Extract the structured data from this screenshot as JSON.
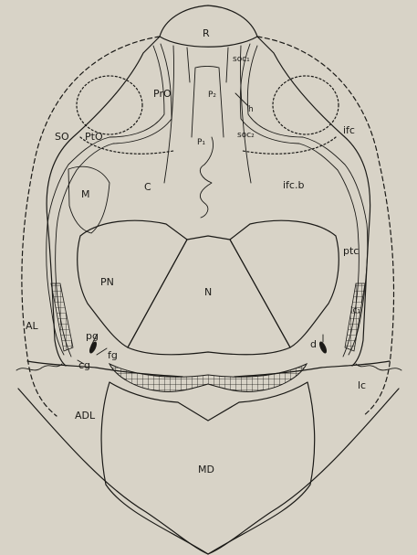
{
  "labels": {
    "R": "R",
    "soc1": "soc₁",
    "soc2": "soc₂",
    "PrO": "PrO",
    "P2": "P₂",
    "P1": "P₁",
    "h": "h",
    "SO": "SO",
    "PtO": "PtO",
    "ifc": "ifc",
    "ifc_b": "ifc.b",
    "C": "C",
    "M": "M",
    "ptc": "ptc",
    "PN": "PN",
    "N": "N",
    "lc1": "lc₁",
    "AL": "AL",
    "pg": "pg",
    "fg": "fg",
    "cg": "cg",
    "d": "d",
    "lc": "lc",
    "ADL": "ADL",
    "MD": "MD"
  },
  "colors": {
    "background": "#d8d3c7",
    "ink": "#1b1a17"
  }
}
